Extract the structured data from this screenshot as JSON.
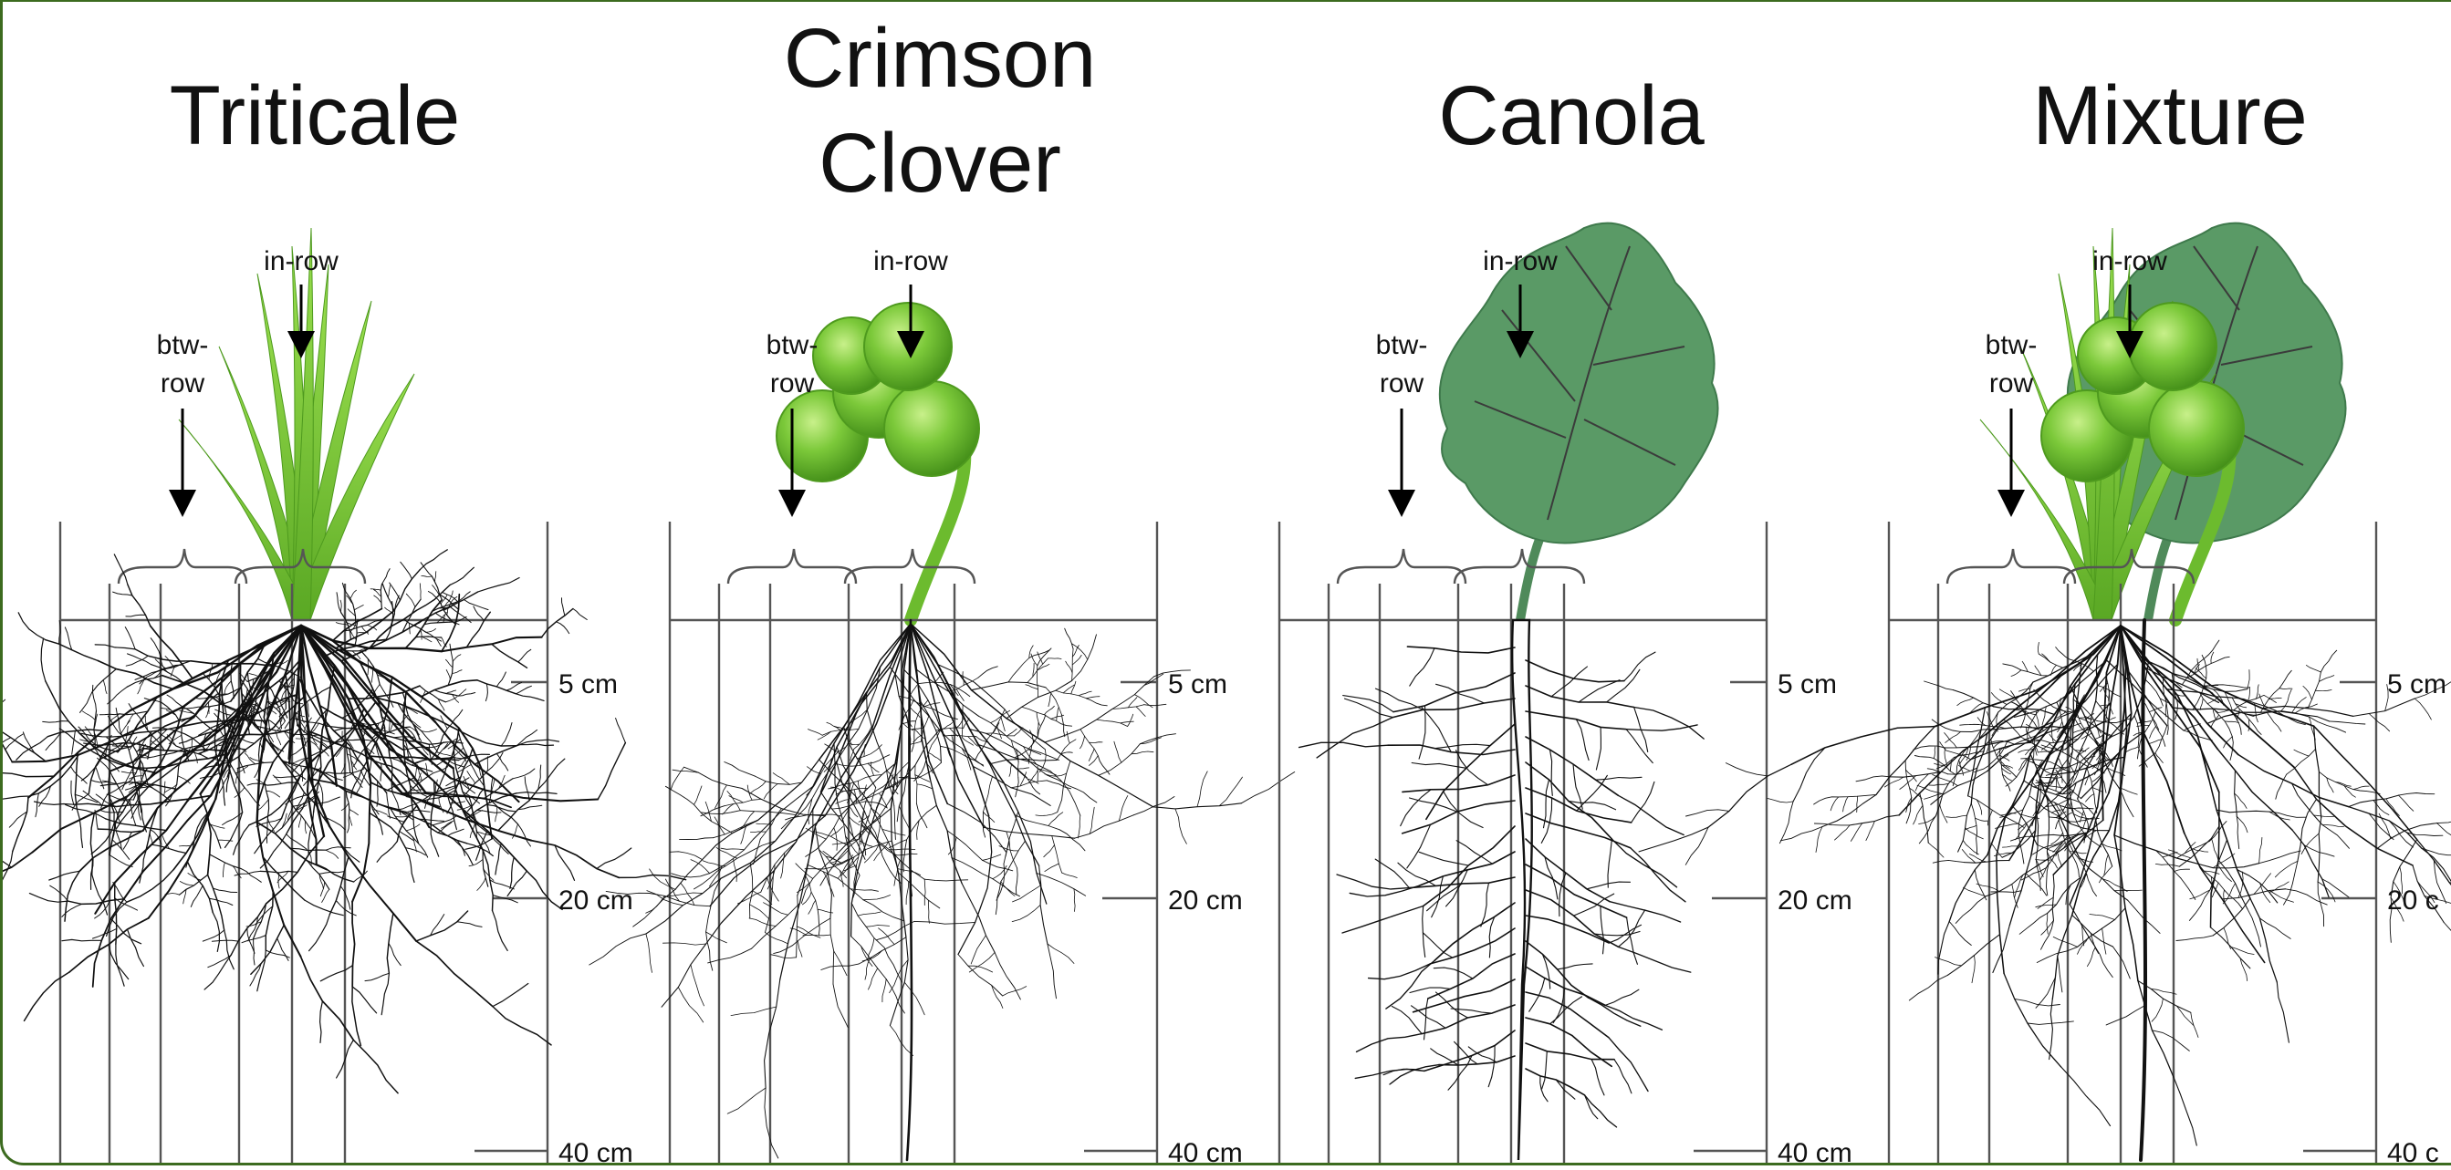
{
  "panels": [
    {
      "id": "triticale",
      "title_lines": [
        "Triticale"
      ],
      "label_btw": [
        "btw-",
        "row"
      ],
      "label_in": "in-row",
      "depths": [
        "5 cm",
        "20 cm",
        "40 cm"
      ],
      "plant": "grass",
      "root_style": "fibrous"
    },
    {
      "id": "crimson-clover",
      "title_lines": [
        "Crimson",
        "Clover"
      ],
      "label_btw": [
        "btw-",
        "row"
      ],
      "label_in": "in-row",
      "depths": [
        "5 cm",
        "20 cm",
        "40 cm"
      ],
      "plant": "clover",
      "root_style": "sparse"
    },
    {
      "id": "canola",
      "title_lines": [
        "Canola"
      ],
      "label_btw": [
        "btw-",
        "row"
      ],
      "label_in": "in-row",
      "depths": [
        "5 cm",
        "20 cm",
        "40 cm"
      ],
      "plant": "canola",
      "root_style": "taproot"
    },
    {
      "id": "mixture",
      "title_lines": [
        "Mixture"
      ],
      "label_btw": [
        "btw-",
        "row"
      ],
      "label_in": "in-row",
      "depths": [
        "5 cm",
        "20 c",
        "40 c"
      ],
      "depths_note_visible": [
        "5 cm",
        "20 c",
        "40 c"
      ],
      "plant": "mixture",
      "root_style": "mixed"
    }
  ],
  "colors": {
    "leaf_green": "#7cc93a",
    "leaf_light": "#a8e067",
    "leaf_dark": "#4e9a1e",
    "canola_leaf": "#5a9a66",
    "canola_vein": "#3b3b3b",
    "root": "#111111",
    "line": "#555555",
    "border": "#3c6b1f"
  }
}
